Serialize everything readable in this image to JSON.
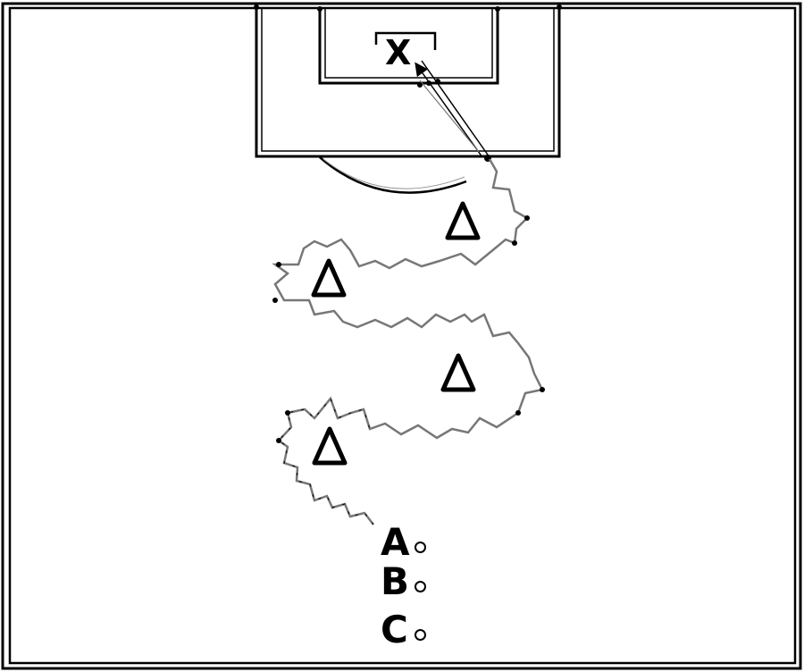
{
  "goalkeeper": {
    "label": "X"
  },
  "players": [
    {
      "label": "A"
    },
    {
      "label": "B"
    },
    {
      "label": "C"
    }
  ],
  "cones_count": 4,
  "colors": {
    "lines": "#000000",
    "dribble_path": "#777777",
    "background": "#ffffff"
  }
}
